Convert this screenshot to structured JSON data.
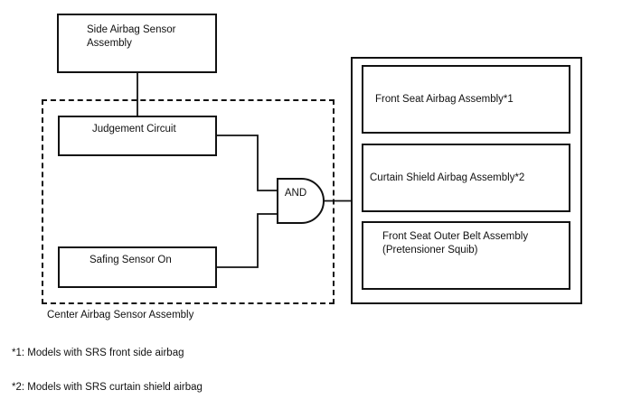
{
  "diagram": {
    "boxes": {
      "side_airbag": {
        "label": "Side Airbag Sensor\nAssembly"
      },
      "judgement_circuit": {
        "label": "Judgement Circuit"
      },
      "safing_sensor": {
        "label": "Safing Sensor On"
      }
    },
    "gate": {
      "label": "AND"
    },
    "container_label": "Center Airbag Sensor Assembly",
    "outputs": [
      {
        "label": "Front Seat Airbag Assembly*1"
      },
      {
        "label": "Curtain Shield Airbag Assembly*2"
      },
      {
        "label": "Front Seat Outer Belt Assembly\n(Pretensioner Squib)"
      }
    ]
  },
  "footnotes": [
    "*1: Models with SRS front side airbag",
    "*2: Models with SRS curtain shield airbag"
  ],
  "colors": {
    "line": "#111111",
    "background": "#ffffff"
  }
}
